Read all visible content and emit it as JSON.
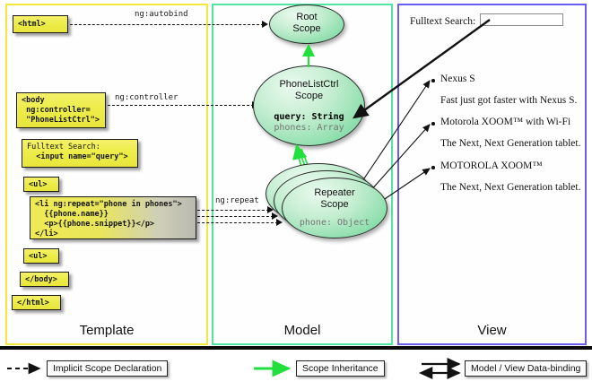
{
  "panels": {
    "template": {
      "title": "Template",
      "border_color": "#f2e93c"
    },
    "model": {
      "title": "Model",
      "border_color": "#4fe6a0"
    },
    "view": {
      "title": "View",
      "border_color": "#6b5cf2"
    }
  },
  "template_code": {
    "html_open": "<html>",
    "body_open": "<body\n ng:controller=\n \"PhoneListCtrl\">",
    "search_label": "Fulltext Search:",
    "search_input": "<input name=\"query\">",
    "ul_open": "<ul>",
    "li_block": "<li ng:repeat=\"phone in phones\">\n  {{phone.name}}\n  <p>{{phone.snippet}}</p>\n</li>",
    "ul_close": "<ul>",
    "body_close": "</body>",
    "html_close": "</html>"
  },
  "connectors": {
    "autobind": "ng:autobind",
    "controller": "ng:controller",
    "repeat": "ng:repeat"
  },
  "scopes": {
    "root": {
      "name_line1": "Root",
      "name_line2": "Scope"
    },
    "ctrl": {
      "name_line1": "PhoneListCtrl",
      "name_line2": "Scope",
      "prop1": "query: String",
      "prop2": "phones: Array"
    },
    "repeater": {
      "name_line1": "Repeater",
      "name_line2": "Scope",
      "prop1": "phone: Object",
      "stack_count": 3
    }
  },
  "view": {
    "search_label": "Fulltext Search:",
    "search_value": "",
    "items": [
      {
        "title": "Nexus S",
        "snippet": "Fast just got faster with Nexus S."
      },
      {
        "title": "Motorola XOOM™  with Wi-Fi",
        "snippet": "The Next, Next Generation tablet."
      },
      {
        "title": "MOTOROLA XOOM™",
        "snippet": "The Next, Next Generation tablet."
      }
    ]
  },
  "legend": {
    "implicit": "Implicit Scope Declaration",
    "inheritance": "Scope Inheritance",
    "databinding": "Model / View Data-binding"
  },
  "colors": {
    "template_border": "#f2e93c",
    "model_border": "#4fe6a0",
    "view_border": "#6b5cf2",
    "code_yellow": "#ebe84a",
    "scope_green": "#8fdfae",
    "inheritance_green": "#22e03c",
    "line_black": "#111111"
  }
}
